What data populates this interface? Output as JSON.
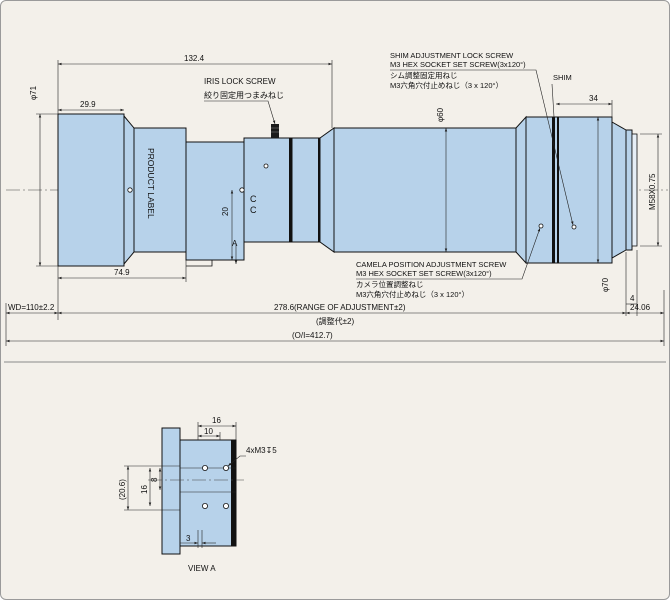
{
  "side_view": {
    "dia_71": "φ71",
    "dim_29_9": "29.9",
    "dim_132_4": "132.4",
    "dim_74_9": "74.9",
    "dim_20": "20",
    "dim_34": "34",
    "dia_60": "φ60",
    "dia_70": "φ70",
    "thread": "M58X0.75",
    "dim_4": "4",
    "dim_24_06": "24.06",
    "wd": "WD=110±2.2",
    "range": "278.6(RANGE OF ADJUSTMENT±2)",
    "range_jp": "(調整代±2)",
    "oi": "(O/I=412.7)",
    "product_label": "PRODUCT LABEL",
    "section_mark": "A",
    "iris_title": "IRIS  LOCK SCREW",
    "iris_jp": "絞り固定用つまみねじ",
    "shim_title": "SHIM ADJUSTMENT LOCK SCREW",
    "shim_spec": "M3 HEX SOCKET SET SCREW(3x120°)",
    "shim_jp1": "シム調整固定用ねじ",
    "shim_jp2": "M3六角穴付止めねじ（3 x 120°）",
    "shim": "SHIM",
    "camera_title": "CAMELA POSITION ADJUSTMENT SCREW",
    "camera_spec": "M3 HEX SOCKET SET SCREW(3x120°)",
    "camera_jp1": "カメラ位置調整ねじ",
    "camera_jp2": "M3六角穴付止めねじ（3 x 120°）"
  },
  "view_a": {
    "dim_16": "16",
    "dim_10": "10",
    "dim_20_6": "(20.6)",
    "dim_16v": "16",
    "dim_8": "8",
    "dim_3": "3",
    "screw_note": "4xM3↧5",
    "caption": "VIEW A"
  }
}
